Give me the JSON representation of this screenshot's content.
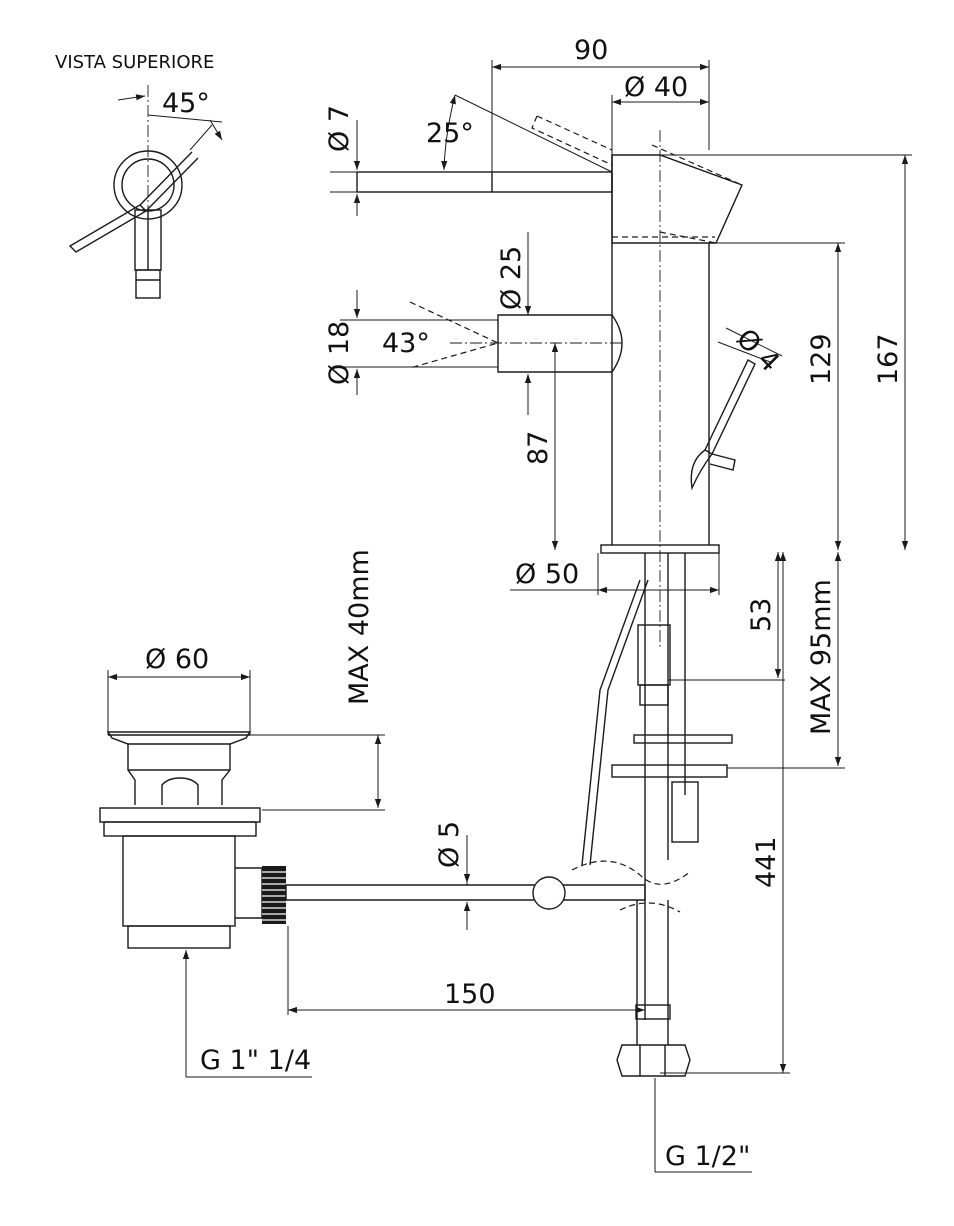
{
  "labels": {
    "view_title": "VISTA SUPERIORE",
    "angle_top_view": "45°",
    "d_90": "90",
    "d_dia40": "Ø 40",
    "d_dia7": "Ø 7",
    "d_25deg": "25°",
    "d_dia25": "Ø 25",
    "d_dia18": "Ø 18",
    "d_43deg": "43°",
    "d_dia4": "Ø 4",
    "d_87": "87",
    "d_129": "129",
    "d_167": "167",
    "d_dia50": "Ø 50",
    "d_53": "53",
    "d_max95": "MAX 95mm",
    "d_max40": "MAX 40mm",
    "d_dia60": "Ø 60",
    "d_dia5": "Ø 5",
    "d_441": "441",
    "d_150": "150",
    "thread_waste": "G 1\" 1/4",
    "thread_supply": "G 1/2\""
  }
}
